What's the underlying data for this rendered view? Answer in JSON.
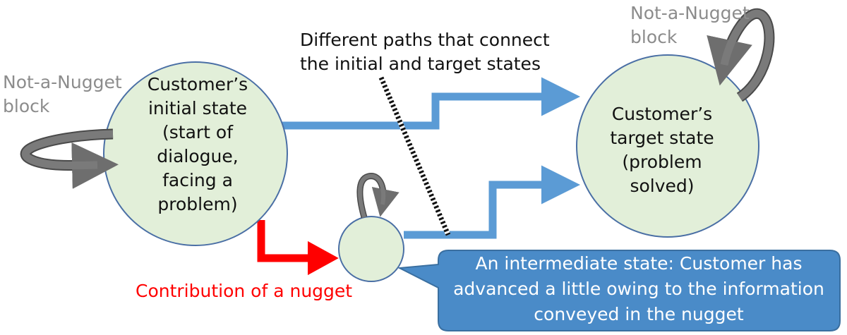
{
  "states": {
    "initial": {
      "lines": [
        "Customer’s",
        "initial state",
        "(start of",
        "dialogue,",
        "facing a",
        "problem)"
      ]
    },
    "target": {
      "lines": [
        "Customer’s",
        "target state",
        "(problem",
        "solved)"
      ]
    }
  },
  "labels": {
    "not_nugget_left": [
      "Not-a-Nugget",
      "block"
    ],
    "not_nugget_right": [
      "Not-a-Nugget",
      "block"
    ],
    "paths": [
      "Different paths that connect",
      "the initial and target states"
    ],
    "nugget_contribution": "Contribution of a nugget"
  },
  "callout": {
    "lines": [
      "An intermediate state: Customer has",
      "advanced a little owing to the information",
      "conveyed in the  nugget"
    ]
  },
  "colors": {
    "circle_fill": "#e2efd9",
    "circle_stroke": "#4a6fa5",
    "path_blue": "#5b9bd5",
    "nugget_red": "#ff0000",
    "loop_gray": "#6e6e6e",
    "callout_fill": "#4a8bc8",
    "callout_stroke": "#3a6fa0"
  }
}
